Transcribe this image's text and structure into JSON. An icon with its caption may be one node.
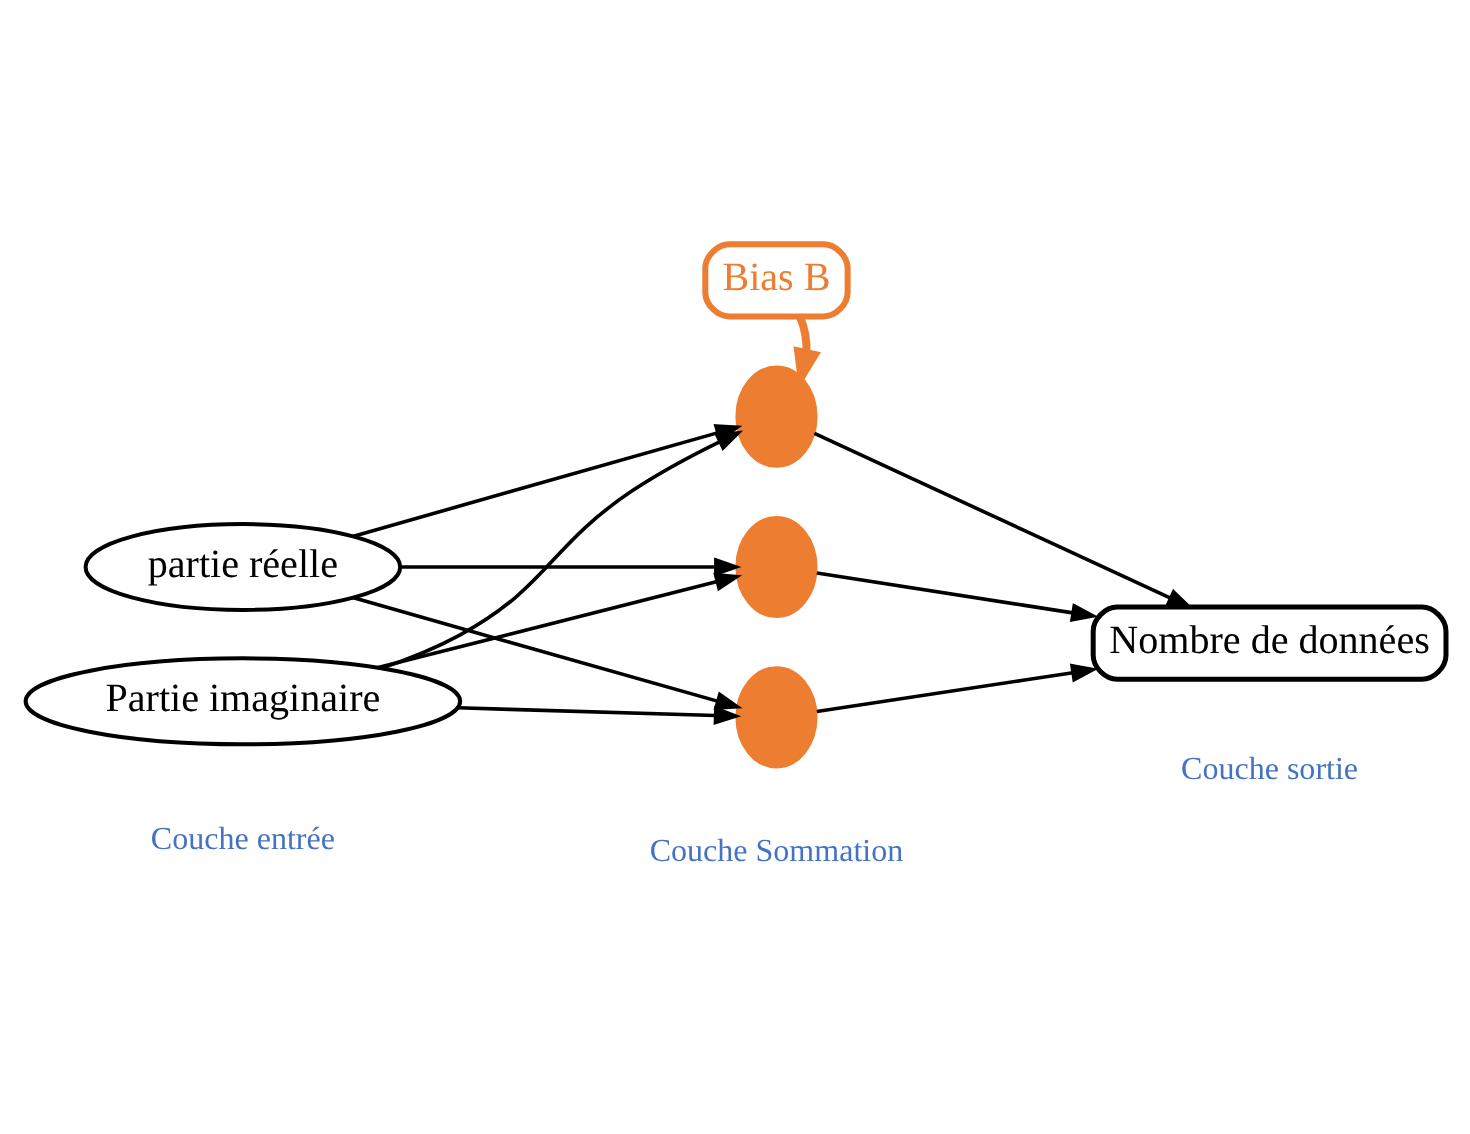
{
  "diagram": {
    "nodes": [
      {
        "text": [
          "Bias B"
        ]
      },
      {
        "text": [
          "partie réelle"
        ]
      },
      {
        "text": [
          "Partie imaginaire"
        ]
      },
      {
        "text": [],
        "shape": "circle"
      },
      {
        "text": [],
        "shape": "circle"
      },
      {
        "text": [],
        "shape": "circle"
      },
      {
        "text": [
          "Nombre de données"
        ]
      }
    ],
    "edges": [
      {
        "from": 0,
        "to": 3,
        "arrow": "to",
        "style": "thick",
        "color": "#ed7d31"
      },
      {
        "from": 1,
        "to": 3,
        "arrow": "to"
      },
      {
        "from": 1,
        "to": 4,
        "arrow": "to"
      },
      {
        "from": 1,
        "to": 5,
        "arrow": "to"
      },
      {
        "from": 2,
        "to": 3,
        "arrow": "to"
      },
      {
        "from": 2,
        "to": 4,
        "arrow": "to"
      },
      {
        "from": 2,
        "to": 5,
        "arrow": "to"
      },
      {
        "from": 3,
        "to": 6,
        "arrow": "to"
      },
      {
        "from": 4,
        "to": 6,
        "arrow": "to"
      },
      {
        "from": 5,
        "to": 6,
        "arrow": "to"
      }
    ],
    "labels": [
      "Couche entrée",
      "Couche Sommation",
      "Couche sortie"
    ]
  }
}
